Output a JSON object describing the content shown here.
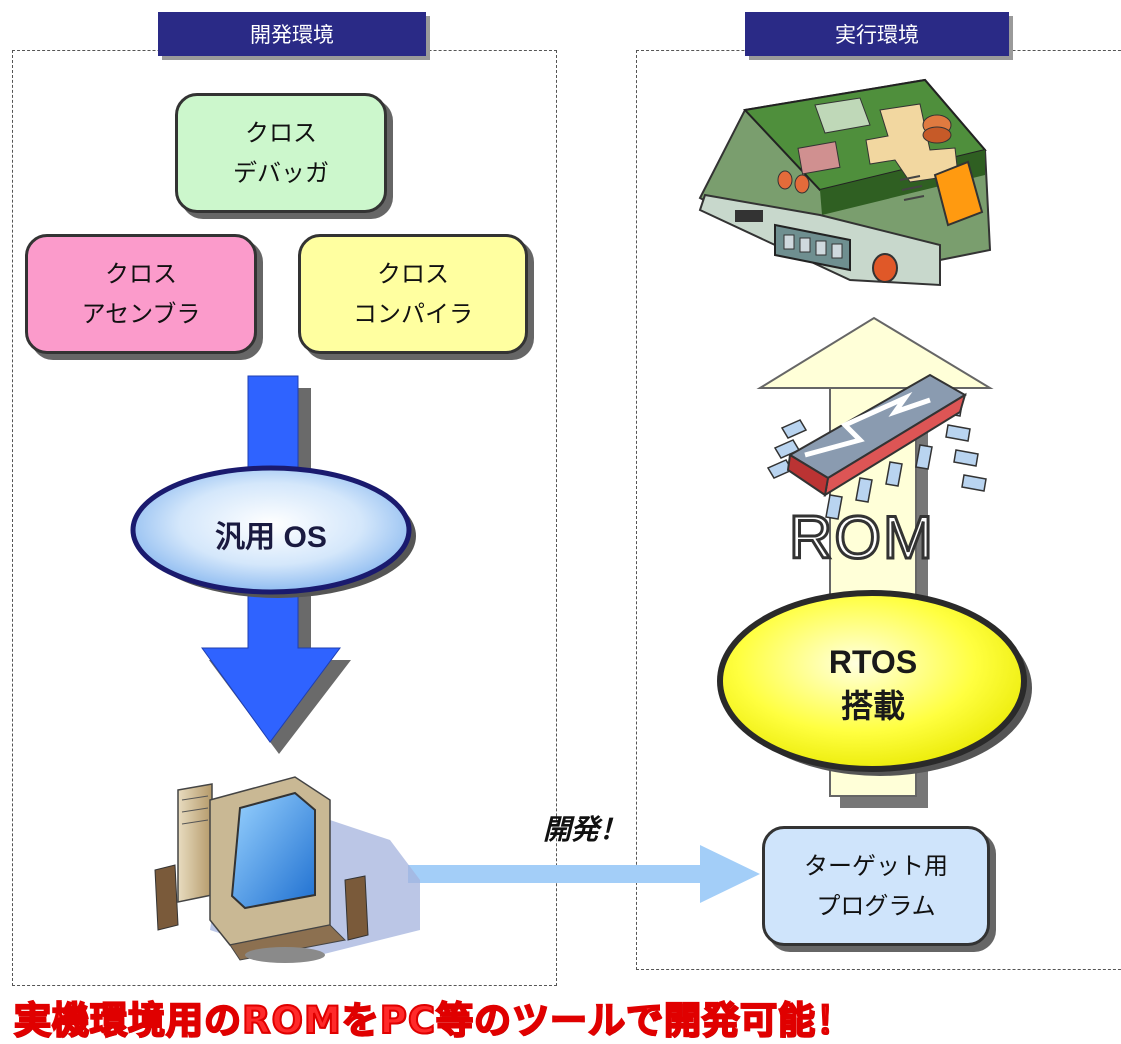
{
  "dev_env": {
    "title": "開発環境",
    "debugger": [
      "クロス",
      "デバッガ"
    ],
    "assembler": [
      "クロス",
      "アセンブラ"
    ],
    "compiler": [
      "クロス",
      "コンパイラ"
    ],
    "os_label": "汎用 OS"
  },
  "run_env": {
    "title": "実行環境",
    "rom_label": "ROM",
    "rtos_label": [
      "RTOS",
      "搭載"
    ],
    "target_program": [
      "ターゲット用",
      "プログラム"
    ]
  },
  "transfer_label": "開発！",
  "headline": "実機環境用のROMをPC等のツールで開発可能！",
  "icons": [
    "circuit-board-icon",
    "rom-chip-icon",
    "desktop-computer-icon"
  ]
}
